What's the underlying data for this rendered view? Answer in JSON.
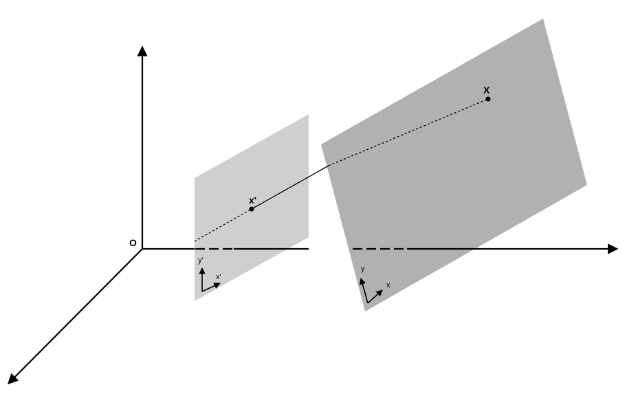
{
  "labels": {
    "origin": "O",
    "world_point": "X",
    "image_point": "x'",
    "image_axis_y": "y'",
    "image_axis_x": "x'",
    "world_axis_y": "y",
    "world_axis_x": "x"
  },
  "colors": {
    "background": "#ffffff",
    "axis": "#000000",
    "image_plane": "#cfcfcf",
    "world_plane": "#b1b1b1"
  }
}
